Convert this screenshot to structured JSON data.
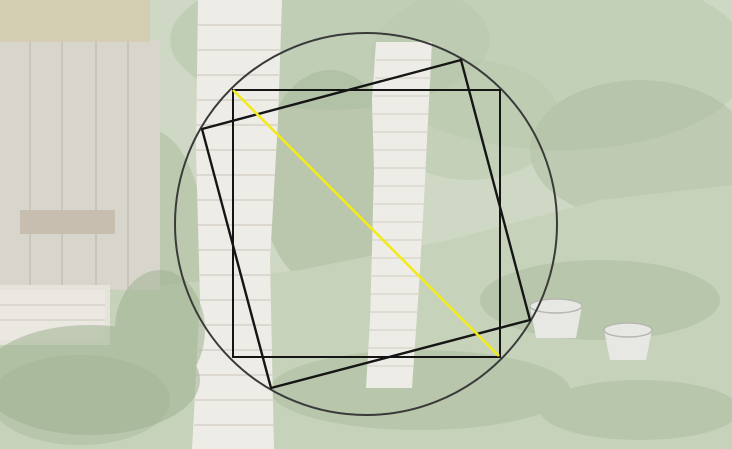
{
  "scene": {
    "subject": "garden-with-brick-pillars",
    "palette": {
      "foliage_light": "#cfd8c4",
      "foliage_mid": "#b7c7ab",
      "foliage_dark": "#9fb392",
      "grass": "#c6d2b9",
      "fence": "#d8d5cc",
      "brick": "#eeece6",
      "brick_mortar": "#d6d2c9",
      "bucket": "#e7e7e4",
      "overlay_circle": "#3a3a3a",
      "overlay_square": "#151515",
      "overlay_diagonal": "#f2ea1c"
    }
  },
  "overlay": {
    "shapes": [
      "circle",
      "axis-aligned-square",
      "rotated-square",
      "diagonal-line"
    ]
  }
}
